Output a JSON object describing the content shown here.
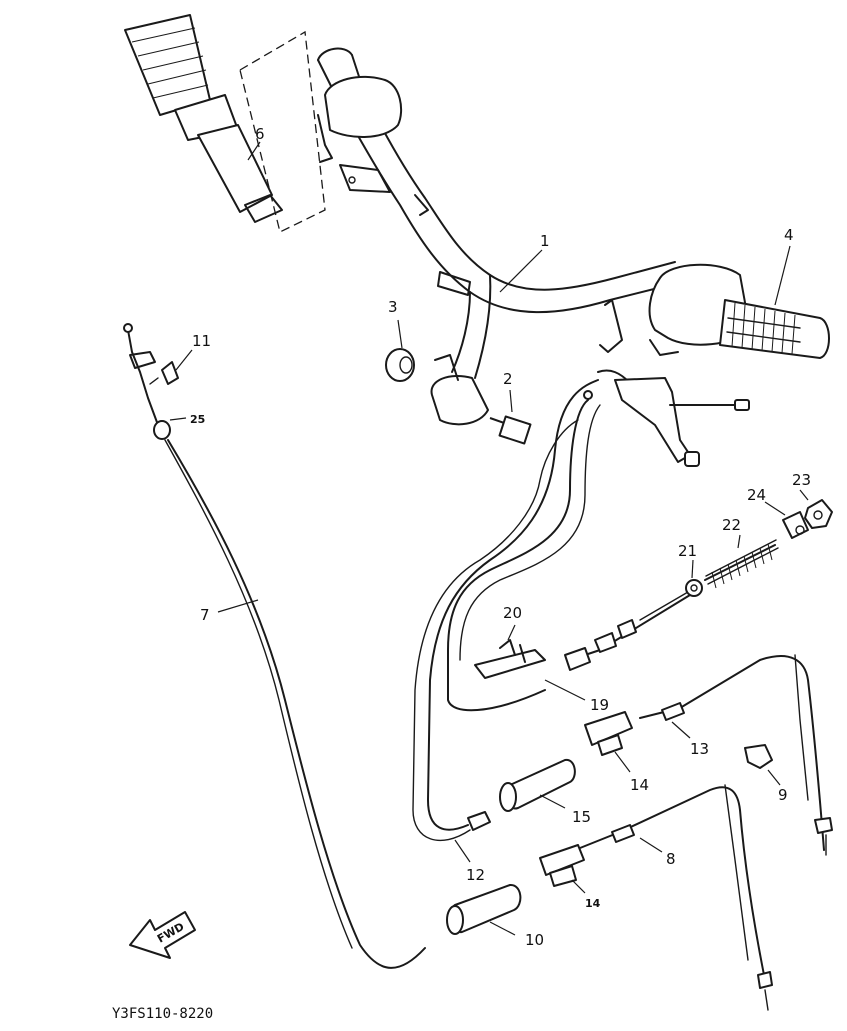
{
  "diagram_code": "Y3FS110-8220",
  "fwd_label": "FWD",
  "callouts": [
    {
      "id": "1",
      "label": "1"
    },
    {
      "id": "2",
      "label": "2"
    },
    {
      "id": "3",
      "label": "3"
    },
    {
      "id": "4",
      "label": "4"
    },
    {
      "id": "6",
      "label": "6"
    },
    {
      "id": "7",
      "label": "7"
    },
    {
      "id": "8",
      "label": "8"
    },
    {
      "id": "9",
      "label": "9"
    },
    {
      "id": "10",
      "label": "10"
    },
    {
      "id": "11",
      "label": "11"
    },
    {
      "id": "12",
      "label": "12"
    },
    {
      "id": "13",
      "label": "13"
    },
    {
      "id": "14a",
      "label": "14"
    },
    {
      "id": "14b",
      "label": "14"
    },
    {
      "id": "15",
      "label": "15"
    },
    {
      "id": "19",
      "label": "19"
    },
    {
      "id": "20",
      "label": "20"
    },
    {
      "id": "21",
      "label": "21"
    },
    {
      "id": "22",
      "label": "22"
    },
    {
      "id": "23",
      "label": "23"
    },
    {
      "id": "24",
      "label": "24"
    },
    {
      "id": "25",
      "label": "25"
    }
  ]
}
